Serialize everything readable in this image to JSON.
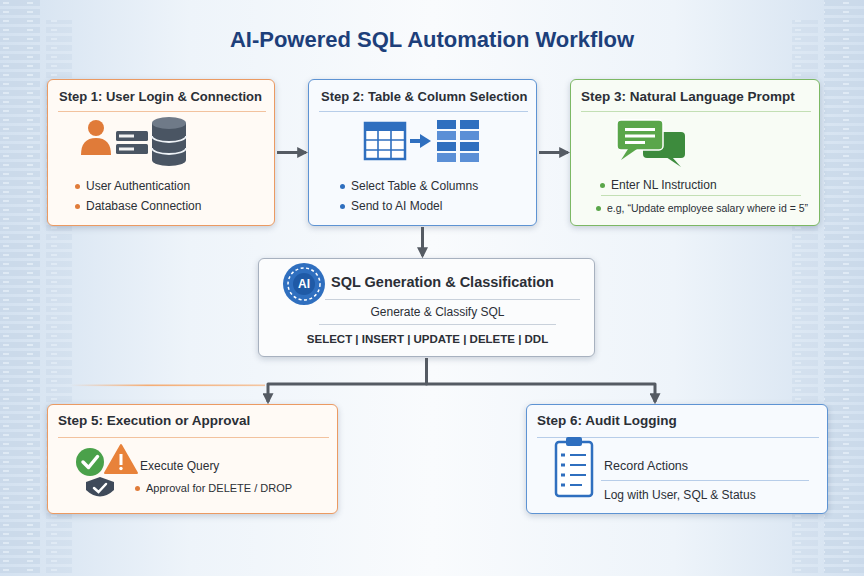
{
  "diagram": {
    "title": "AI-Powered SQL Automation Workflow",
    "nodes": [
      {
        "text": [
          "Step 1: User Login & Connection",
          "User Authentication",
          "Database Connection"
        ]
      },
      {
        "text": [
          "Step 2: Table & Column Selection",
          "Select Table & Columns",
          "Send to AI Model"
        ]
      },
      {
        "text": [
          "Step 3: Natural Language Prompt",
          "Enter NL Instruction",
          "e.g, “Update employee salary where id = 5”"
        ]
      },
      {
        "text": [
          "SQL Generation & Classification",
          "Generate & Classify SQL",
          "SELECT | INSERT | UPDATE | DELETE | DDL"
        ]
      },
      {
        "text": [
          "Step 5: Execution or Approval",
          "Execute Query",
          "Approval for DELETE / DROP"
        ]
      },
      {
        "text": [
          "Step 6: Audit Logging",
          "Record Actions",
          "Log with User, SQL & Status"
        ]
      }
    ],
    "edges": [
      {
        "from": 0,
        "to": 1,
        "arrow": "to"
      },
      {
        "from": 1,
        "to": 2,
        "arrow": "to"
      },
      {
        "from": 1,
        "to": 3,
        "arrow": "to"
      },
      {
        "from": 3,
        "to": 4,
        "arrow": "to"
      },
      {
        "from": 3,
        "to": 5,
        "arrow": "to"
      }
    ],
    "labels": [
      "AI"
    ]
  }
}
